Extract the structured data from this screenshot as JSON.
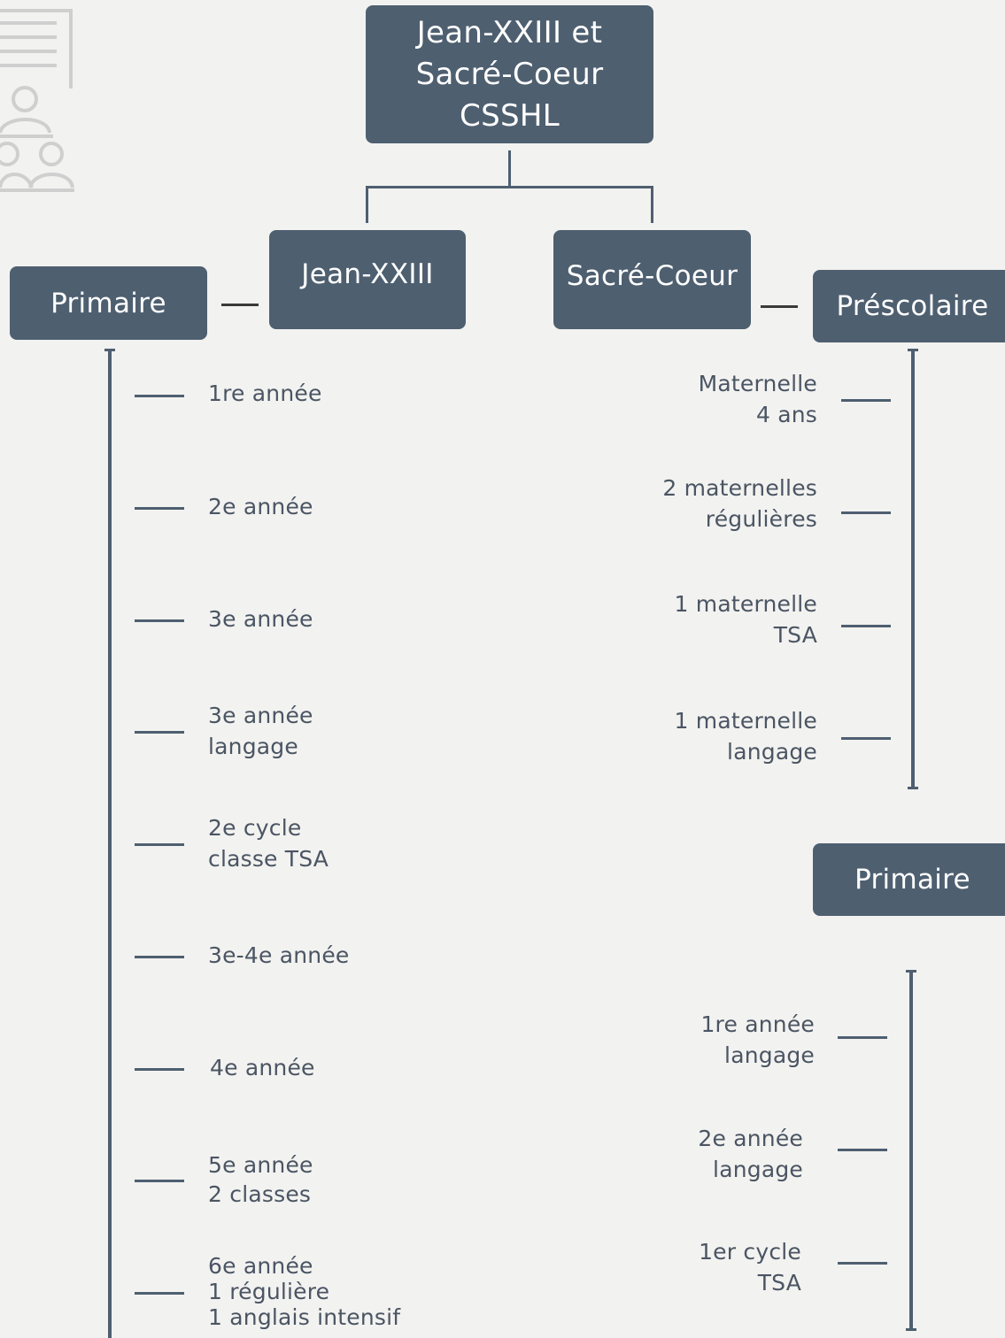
{
  "root": {
    "label": "Jean-XXIII et\nSacré-Coeur\nCSSHL"
  },
  "schools": [
    {
      "label": "Jean-XXIII"
    },
    {
      "label": "Sacré-Coeur"
    }
  ],
  "jean": {
    "level": "Primaire",
    "items": [
      "1re année",
      "2e année",
      "3e année",
      "3e année\nlangage",
      "2e cycle\nclasse TSA",
      "3e-4e année",
      "4e année",
      "5e année\n2 classes",
      "6e année\n1 régulière\n1 anglais intensif"
    ]
  },
  "sacre": {
    "prescolaire": {
      "level": "Préscolaire",
      "items": [
        "Maternelle\n4 ans",
        "2 maternelles\nrégulières",
        "1 maternelle\nTSA",
        "1 maternelle\nlangage"
      ]
    },
    "primaire": {
      "level": "Primaire",
      "items": [
        "1re année\nlangage",
        "2e année\nlangage",
        "1er cycle\nTSA"
      ]
    }
  },
  "icon": "presentation-people-icon"
}
